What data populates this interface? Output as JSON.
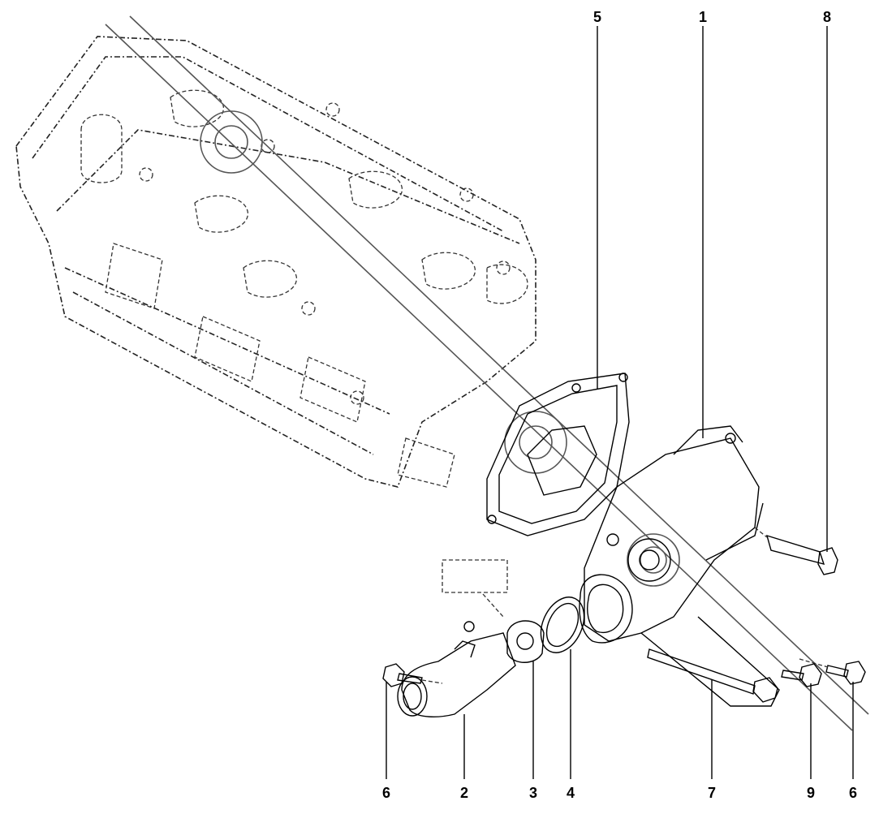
{
  "callouts": [
    {
      "id": "5",
      "label": "5"
    },
    {
      "id": "1",
      "label": "1"
    },
    {
      "id": "8",
      "label": "8"
    },
    {
      "id": "6a",
      "label": "6"
    },
    {
      "id": "2",
      "label": "2"
    },
    {
      "id": "3",
      "label": "3"
    },
    {
      "id": "4",
      "label": "4"
    },
    {
      "id": "7",
      "label": "7"
    },
    {
      "id": "9",
      "label": "9"
    },
    {
      "id": "6b",
      "label": "6"
    }
  ]
}
